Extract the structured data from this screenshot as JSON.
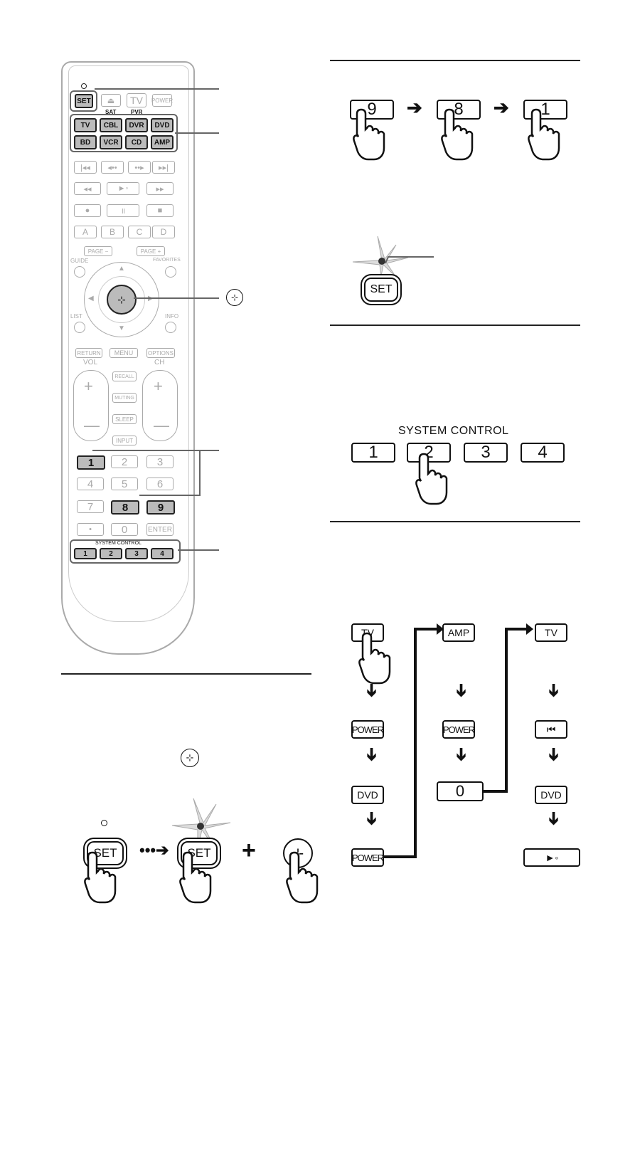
{
  "remote": {
    "set_label": "SET",
    "eject_label": "⏏",
    "tv_label": "TV",
    "power_label": "POWER",
    "sat_label": "SAT",
    "pvr_label": "PVR",
    "device_row1": [
      "TV",
      "CBL",
      "DVR",
      "DVD"
    ],
    "device_row2": [
      "BD",
      "VCR",
      "CD",
      "AMP"
    ],
    "letters": [
      "A",
      "B",
      "C",
      "D"
    ],
    "page_minus": "PAGE −",
    "page_plus": "PAGE +",
    "guide": "GUIDE",
    "favorites": "FAVORITES",
    "list": "LIST",
    "info": "INFO",
    "return": "RETURN",
    "menu": "MENU",
    "options": "OPTIONS",
    "vol": "VOL",
    "ch": "CH",
    "recall": "RECALL",
    "muting": "MUTING",
    "sleep": "SLEEP",
    "input": "INPUT",
    "num_rows": [
      [
        "1",
        "2",
        "3"
      ],
      [
        "4",
        "5",
        "6"
      ],
      [
        "7",
        "8",
        "9"
      ]
    ],
    "dot": "•",
    "zero": "0",
    "enter": "ENTER",
    "system_control": "SYSTEM CONTROL",
    "sys_keys": [
      "1",
      "2",
      "3",
      "4"
    ]
  },
  "step_code": {
    "keys": [
      "9",
      "8",
      "1"
    ]
  },
  "step_set": {
    "set_label": "SET"
  },
  "step_system": {
    "title": "SYSTEM CONTROL",
    "keys": [
      "1",
      "2",
      "3",
      "4"
    ]
  },
  "step_macro": {
    "col1": [
      "TV",
      "POWER",
      "DVD",
      "POWER"
    ],
    "col2": [
      "AMP",
      "POWER",
      "0"
    ],
    "col3": [
      "TV",
      "⏮",
      "DVD",
      "►◦"
    ]
  },
  "bottom": {
    "set_label": "SET",
    "set_label2": "SET"
  }
}
